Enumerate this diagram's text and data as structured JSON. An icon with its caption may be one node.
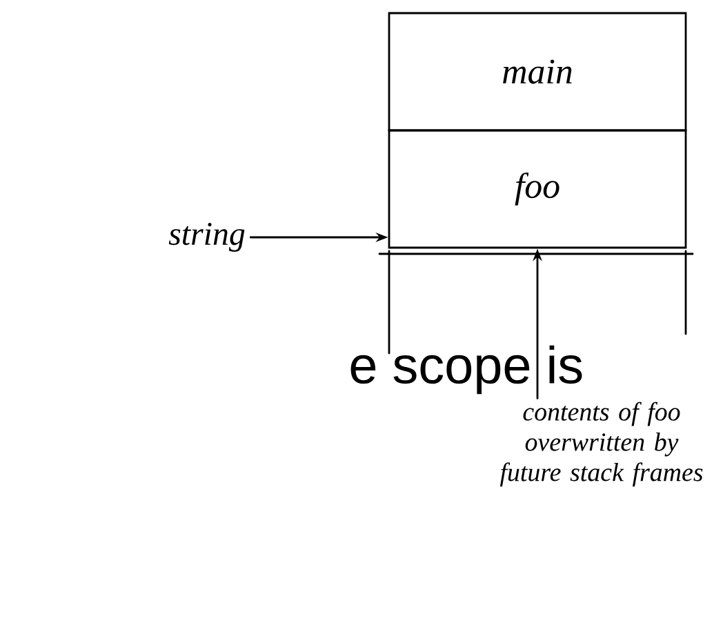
{
  "diagram": {
    "nodes": [
      {
        "text": [
          "main"
        ]
      },
      {
        "text": [
          "foo"
        ]
      },
      {
        "text": [
          "string"
        ]
      },
      {
        "text": [
          "contents of foo overwritten by future stack frames"
        ]
      }
    ],
    "edges": [
      {
        "from": 2,
        "to": 1,
        "arrow": "to"
      },
      {
        "from": 3,
        "to": 1,
        "arrow": "to"
      }
    ],
    "labels": [
      "e scope is"
    ]
  }
}
